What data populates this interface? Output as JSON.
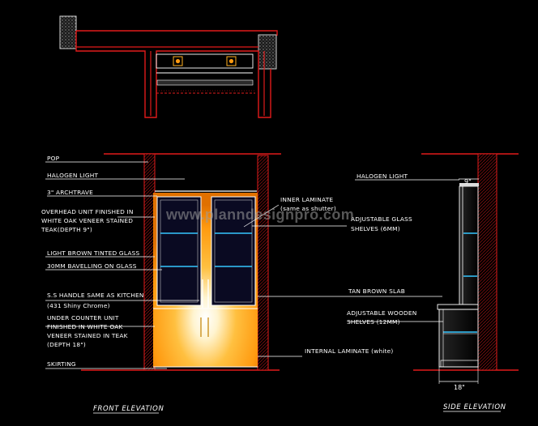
{
  "labels": {
    "pop": "POP",
    "halogen_front": "HALOGEN LIGHT",
    "architrave": "3\" ARCHTRAVE",
    "overhead_1": "OVERHEAD UNIT FINISHED IN",
    "overhead_2": "WHITE OAK VENEER STAINED",
    "overhead_3": "TEAK(DEPTH 9\")",
    "tinted_glass": "LIGHT BROWN TINTED GLASS",
    "bevelling": "30MM BAVELLING ON GLASS",
    "handle_1": "S.S HANDLE SAME AS KITCHEN",
    "handle_2": "(431 Shiny Chrome)",
    "under_1": "UNDER COUNTER UNIT",
    "under_2": "FINISHED IN WHITE OAK",
    "under_3": "VENEER STAINED IN TEAK",
    "under_4": "(DEPTH 18\")",
    "skirting": "SKIRTING",
    "inner_laminate_1": "INNER LAMINATE",
    "inner_laminate_2": "(same as shutter)",
    "adj_glass_1": "ADJUSTABLE GLASS",
    "adj_glass_2": "SHELVES (6MM)",
    "internal_laminate": "INTERNAL LAMINATE (white)",
    "halogen_side": "HALOGEN LIGHT",
    "tan_brown": "TAN BROWN SLAB",
    "adj_wood_1": "ADJUSTABLE WOODEN",
    "adj_wood_2": "SHELVES (12MM)"
  },
  "dimensions": {
    "depth_top": "9\"",
    "depth_bottom": "18\""
  },
  "titles": {
    "front": "FRONT ELEVATION",
    "side": "SIDE ELEVATION"
  },
  "watermark": "www.planndesignpro.com",
  "colors": {
    "background": "#000000",
    "wall": "#e11b1b",
    "glass_shelf": "#35c6ff",
    "cabinet_glow": "#ffb020",
    "text": "#ffffff"
  }
}
